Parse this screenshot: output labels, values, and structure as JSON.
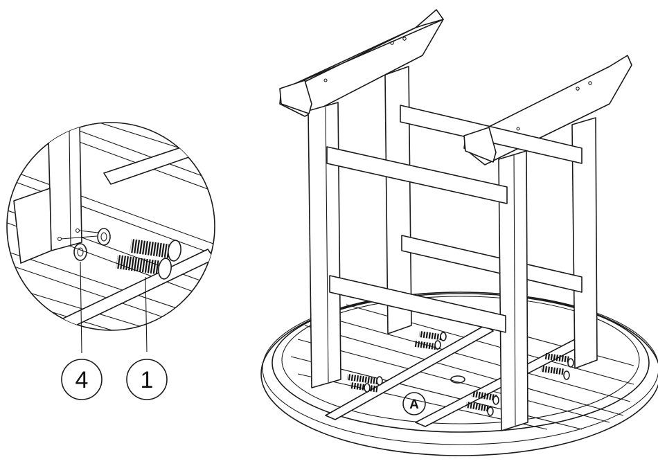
{
  "callouts": [
    {
      "id": "part-4",
      "label": "4"
    },
    {
      "id": "part-1",
      "label": "1"
    }
  ],
  "assembly_label": "A"
}
